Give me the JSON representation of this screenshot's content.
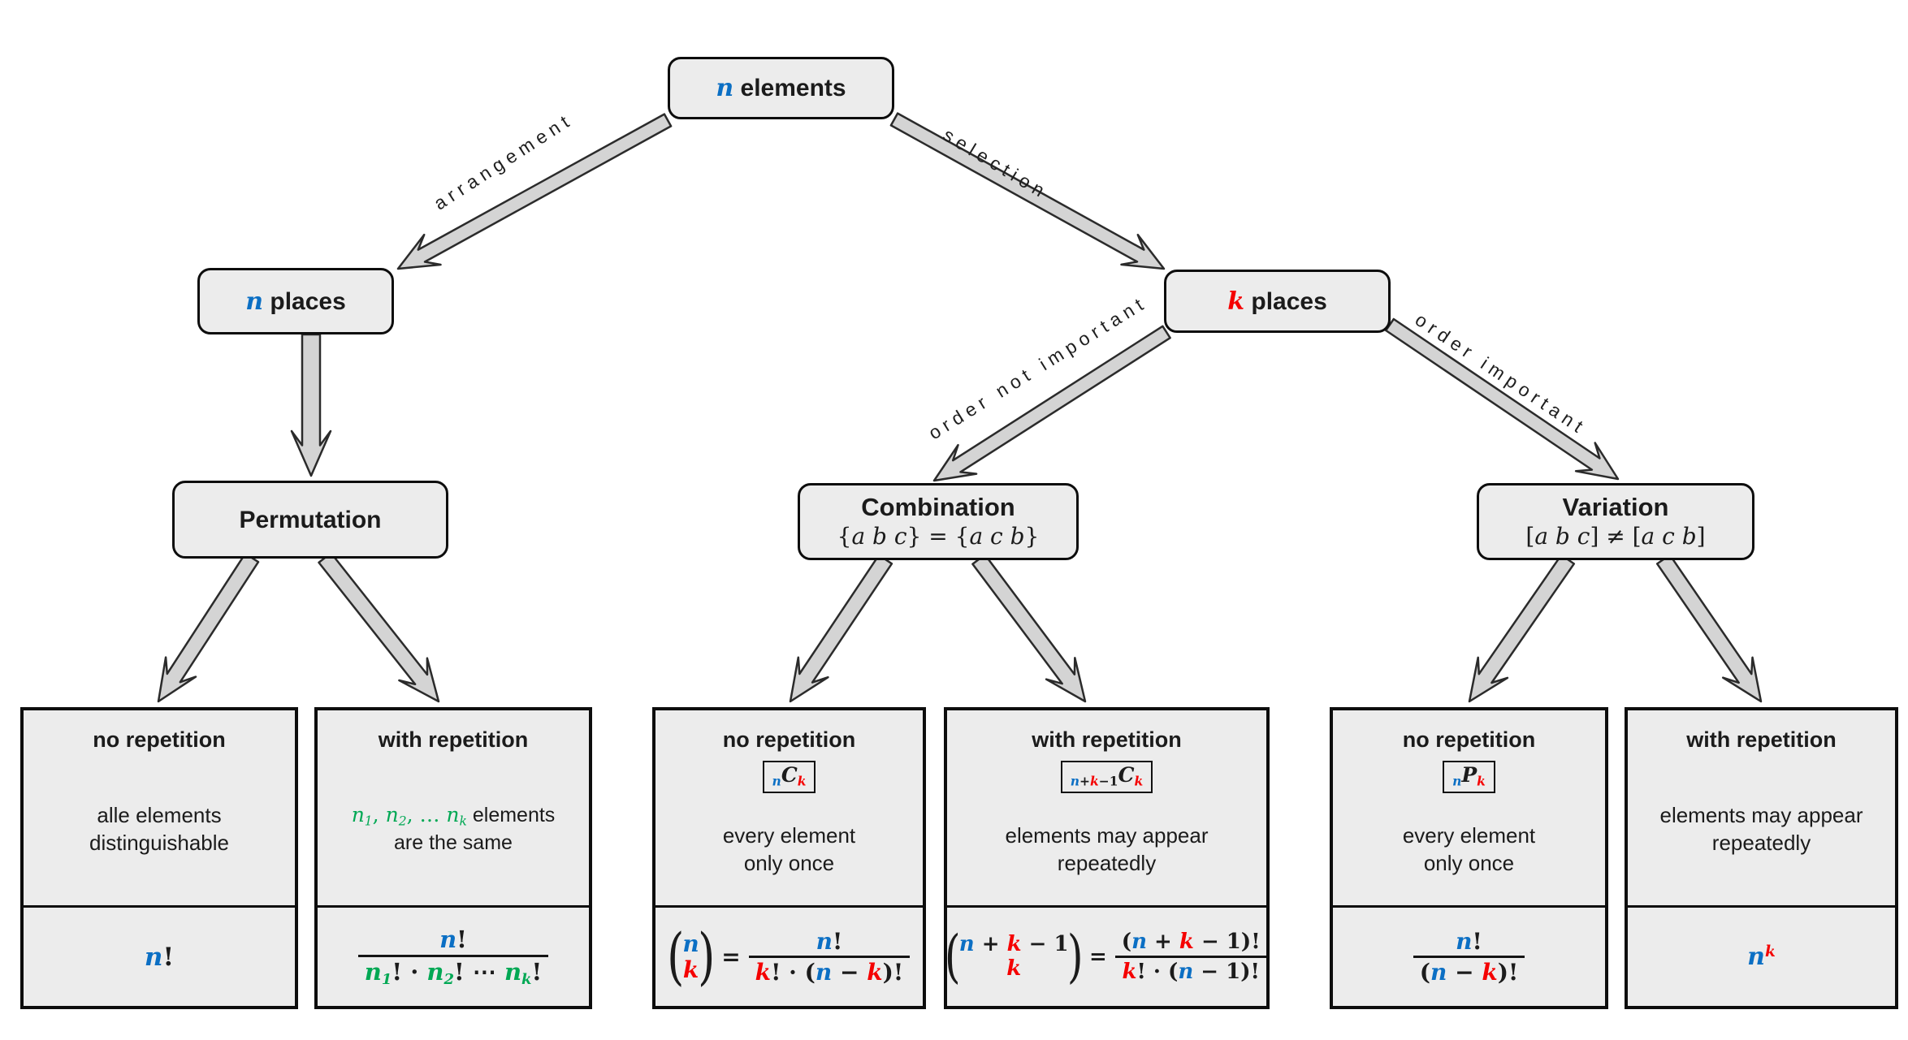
{
  "colors": {
    "blue": "#0b6fc4",
    "red": "#f50000",
    "green": "#00a854"
  },
  "root": {
    "title": [
      {
        "t": "n",
        "m": 1,
        "i": 1,
        "b": 1,
        "c": "blue"
      },
      {
        "t": " elements",
        "b": 1
      }
    ]
  },
  "level2": {
    "left": {
      "title": [
        {
          "t": "n",
          "m": 1,
          "i": 1,
          "b": 1,
          "c": "blue"
        },
        {
          "t": " places",
          "b": 1
        }
      ]
    },
    "right": {
      "title": [
        {
          "t": "k",
          "m": 1,
          "i": 1,
          "b": 1,
          "c": "red"
        },
        {
          "t": " places",
          "b": 1
        }
      ]
    }
  },
  "branches": {
    "arrangement": "arrangement",
    "selection": "selection",
    "order_not_important": "order not important",
    "order_important": "order important"
  },
  "categories": {
    "permutation": {
      "title": "Permutation"
    },
    "combination": {
      "title": "Combination",
      "subtitle": [
        {
          "t": "{",
          "m": 1
        },
        {
          "t": "a b c",
          "m": 1,
          "i": 1
        },
        {
          "t": "} = {",
          "m": 1
        },
        {
          "t": "a c b",
          "m": 1,
          "i": 1
        },
        {
          "t": "}",
          "m": 1
        }
      ]
    },
    "variation": {
      "title": "Variation",
      "subtitle": [
        {
          "t": "[",
          "m": 1
        },
        {
          "t": "a b c",
          "m": 1,
          "i": 1
        },
        {
          "t": "] ≠ [",
          "m": 1
        },
        {
          "t": "a c b",
          "m": 1,
          "i": 1
        },
        {
          "t": "]",
          "m": 1
        }
      ]
    }
  },
  "leaves": [
    {
      "heading": "no repetition",
      "body": [
        [
          {
            "t": "alle elements"
          }
        ],
        [
          {
            "t": "distinguishable"
          }
        ]
      ],
      "formula": [
        {
          "t": "n",
          "m": 1,
          "i": 1,
          "b": 1,
          "c": "blue"
        },
        {
          "t": "!",
          "m": 1,
          "b": 1
        }
      ]
    },
    {
      "heading": "with repetition",
      "body": [
        [
          {
            "t": "n",
            "m": 1,
            "i": 1,
            "c": "green",
            "s": "1"
          },
          {
            "t": ", ",
            "m": 1,
            "c": "green"
          },
          {
            "t": "n",
            "m": 1,
            "i": 1,
            "c": "green",
            "s": "2"
          },
          {
            "t": ", … ",
            "m": 1,
            "c": "green"
          },
          {
            "t": "n",
            "m": 1,
            "i": 1,
            "c": "green",
            "s": "k"
          },
          {
            "t": " elements"
          }
        ],
        [
          {
            "t": "are the same"
          }
        ]
      ],
      "frac_num": [
        {
          "t": "n",
          "m": 1,
          "i": 1,
          "b": 1,
          "c": "blue"
        },
        {
          "t": "!",
          "m": 1,
          "b": 1
        }
      ],
      "frac_den": [
        {
          "t": "n",
          "m": 1,
          "i": 1,
          "b": 1,
          "c": "green",
          "s": "1"
        },
        {
          "t": "! · ",
          "m": 1,
          "b": 1
        },
        {
          "t": "n",
          "m": 1,
          "i": 1,
          "b": 1,
          "c": "green",
          "s": "2"
        },
        {
          "t": "! ⋯ ",
          "m": 1,
          "b": 1
        },
        {
          "t": "n",
          "m": 1,
          "i": 1,
          "b": 1,
          "c": "green",
          "s": "k"
        },
        {
          "t": "!",
          "m": 1,
          "b": 1
        }
      ]
    },
    {
      "heading": "no repetition",
      "badge": [
        {
          "s": "n",
          "m": 1,
          "b": 1,
          "i": 1,
          "c": "blue"
        },
        {
          "t": "C",
          "m": 1,
          "i": 1,
          "b": 1
        },
        {
          "s": "k",
          "m": 1,
          "b": 1,
          "i": 1,
          "c": "red"
        }
      ],
      "body": [
        [
          {
            "t": "every element"
          }
        ],
        [
          {
            "t": "only once"
          }
        ]
      ],
      "lparen": "(",
      "rparen": ")",
      "eq": "=",
      "binom_top": [
        {
          "t": "n",
          "m": 1,
          "i": 1,
          "b": 1,
          "c": "blue"
        }
      ],
      "binom_bot": [
        {
          "t": "k",
          "m": 1,
          "i": 1,
          "b": 1,
          "c": "red"
        }
      ],
      "frac_num": [
        {
          "t": "n",
          "m": 1,
          "i": 1,
          "b": 1,
          "c": "blue"
        },
        {
          "t": "!",
          "m": 1,
          "b": 1
        }
      ],
      "frac_den": [
        {
          "t": "k",
          "m": 1,
          "i": 1,
          "b": 1,
          "c": "red"
        },
        {
          "t": "! · (",
          "m": 1,
          "b": 1
        },
        {
          "t": "n",
          "m": 1,
          "i": 1,
          "b": 1,
          "c": "blue"
        },
        {
          "t": " − ",
          "m": 1,
          "b": 1
        },
        {
          "t": "k",
          "m": 1,
          "i": 1,
          "b": 1,
          "c": "red"
        },
        {
          "t": ")!",
          "m": 1,
          "b": 1
        }
      ]
    },
    {
      "heading": "with repetition",
      "badge": [
        {
          "s": "n",
          "m": 1,
          "b": 1,
          "i": 1,
          "c": "blue"
        },
        {
          "s": "+",
          "m": 1,
          "b": 1
        },
        {
          "s": "k",
          "m": 1,
          "b": 1,
          "i": 1,
          "c": "red"
        },
        {
          "s": "−1",
          "m": 1,
          "b": 1
        },
        {
          "t": "C",
          "m": 1,
          "i": 1,
          "b": 1
        },
        {
          "s": "k",
          "m": 1,
          "b": 1,
          "i": 1,
          "c": "red"
        }
      ],
      "body": [
        [
          {
            "t": "elements may appear"
          }
        ],
        [
          {
            "t": "repeatedly"
          }
        ]
      ],
      "lparen": "(",
      "rparen": ")",
      "eq": "=",
      "binom_top": [
        {
          "t": "n",
          "m": 1,
          "i": 1,
          "b": 1,
          "c": "blue"
        },
        {
          "t": " + ",
          "m": 1,
          "b": 1
        },
        {
          "t": "k",
          "m": 1,
          "i": 1,
          "b": 1,
          "c": "red"
        },
        {
          "t": " − 1",
          "m": 1,
          "b": 1
        }
      ],
      "binom_bot": [
        {
          "t": "k",
          "m": 1,
          "i": 1,
          "b": 1,
          "c": "red"
        }
      ],
      "frac_num": [
        {
          "t": "(",
          "m": 1,
          "b": 1
        },
        {
          "t": "n",
          "m": 1,
          "i": 1,
          "b": 1,
          "c": "blue"
        },
        {
          "t": " + ",
          "m": 1,
          "b": 1
        },
        {
          "t": "k",
          "m": 1,
          "i": 1,
          "b": 1,
          "c": "red"
        },
        {
          "t": " − 1)!",
          "m": 1,
          "b": 1
        }
      ],
      "frac_den": [
        {
          "t": "k",
          "m": 1,
          "i": 1,
          "b": 1,
          "c": "red"
        },
        {
          "t": "! · (",
          "m": 1,
          "b": 1
        },
        {
          "t": "n",
          "m": 1,
          "i": 1,
          "b": 1,
          "c": "blue"
        },
        {
          "t": " − 1)!",
          "m": 1,
          "b": 1
        }
      ]
    },
    {
      "heading": "no repetition",
      "badge": [
        {
          "s": "n",
          "m": 1,
          "b": 1,
          "i": 1,
          "c": "blue"
        },
        {
          "t": "P",
          "m": 1,
          "i": 1,
          "b": 1
        },
        {
          "s": "k",
          "m": 1,
          "b": 1,
          "i": 1,
          "c": "red"
        }
      ],
      "body": [
        [
          {
            "t": "every element"
          }
        ],
        [
          {
            "t": "only once"
          }
        ]
      ],
      "frac_num": [
        {
          "t": "n",
          "m": 1,
          "i": 1,
          "b": 1,
          "c": "blue"
        },
        {
          "t": "!",
          "m": 1,
          "b": 1
        }
      ],
      "frac_den": [
        {
          "t": "(",
          "m": 1,
          "b": 1
        },
        {
          "t": "n",
          "m": 1,
          "i": 1,
          "b": 1,
          "c": "blue"
        },
        {
          "t": " − ",
          "m": 1,
          "b": 1
        },
        {
          "t": "k",
          "m": 1,
          "i": 1,
          "b": 1,
          "c": "red"
        },
        {
          "t": ")!",
          "m": 1,
          "b": 1
        }
      ]
    },
    {
      "heading": "with repetition",
      "body": [
        [
          {
            "t": "elements may appear"
          }
        ],
        [
          {
            "t": "repeatedly"
          }
        ]
      ],
      "formula": [
        {
          "t": "n",
          "m": 1,
          "i": 1,
          "b": 1,
          "c": "blue"
        },
        {
          "p": "k",
          "m": 1,
          "b": 1,
          "i": 1,
          "c": "red"
        }
      ]
    }
  ]
}
